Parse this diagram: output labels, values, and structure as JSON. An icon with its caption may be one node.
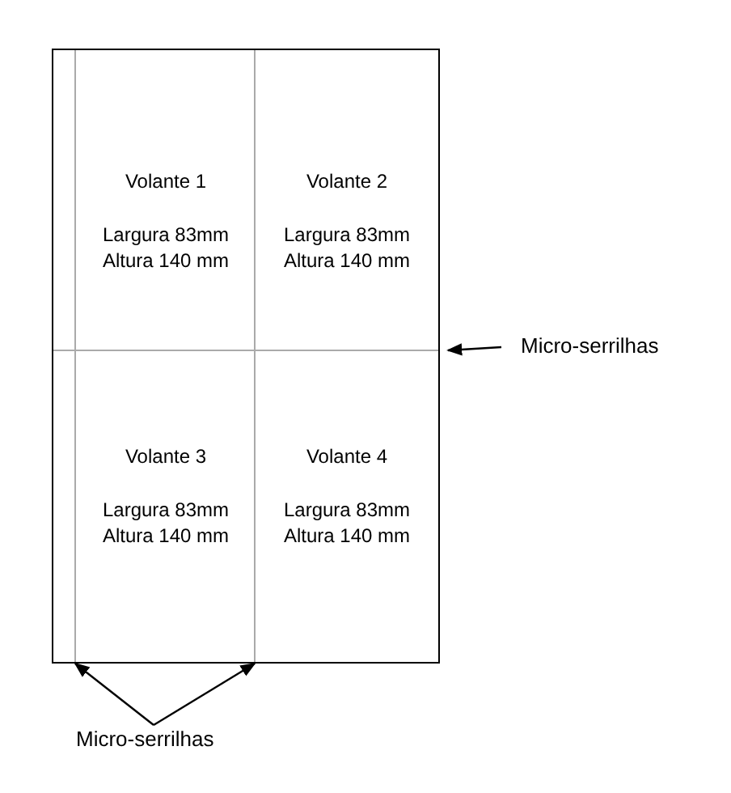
{
  "diagram": {
    "nodes": [
      {
        "text": [],
        "shape": "box"
      },
      {
        "text": [
          "Volante 1",
          "Largura 83mm Altura 140 mm"
        ],
        "in": 0
      },
      {
        "text": [
          "Volante 2",
          "Largura 83mm Altura 140 mm"
        ],
        "in": 0
      },
      {
        "text": [
          "Volante 3",
          "Largura 83mm Altura 140 mm"
        ],
        "in": 0
      },
      {
        "text": [
          "Volante 4",
          "Largura 83mm Altura 140 mm"
        ],
        "in": 0
      },
      {
        "text": [],
        "shape": "bar",
        "in": 0
      },
      {
        "text": [],
        "shape": "bar",
        "in": 0
      },
      {
        "text": [],
        "shape": "bar",
        "in": 0
      },
      {
        "text": [
          "Micro-serrilhas"
        ]
      },
      {
        "text": [
          "Micro-serrilhas"
        ]
      }
    ],
    "edges": [
      {
        "from": 8,
        "to": 7,
        "arrow": "to"
      },
      {
        "from": 9,
        "to": 5,
        "arrow": "to"
      },
      {
        "from": 9,
        "to": 6,
        "arrow": "to"
      }
    ]
  }
}
